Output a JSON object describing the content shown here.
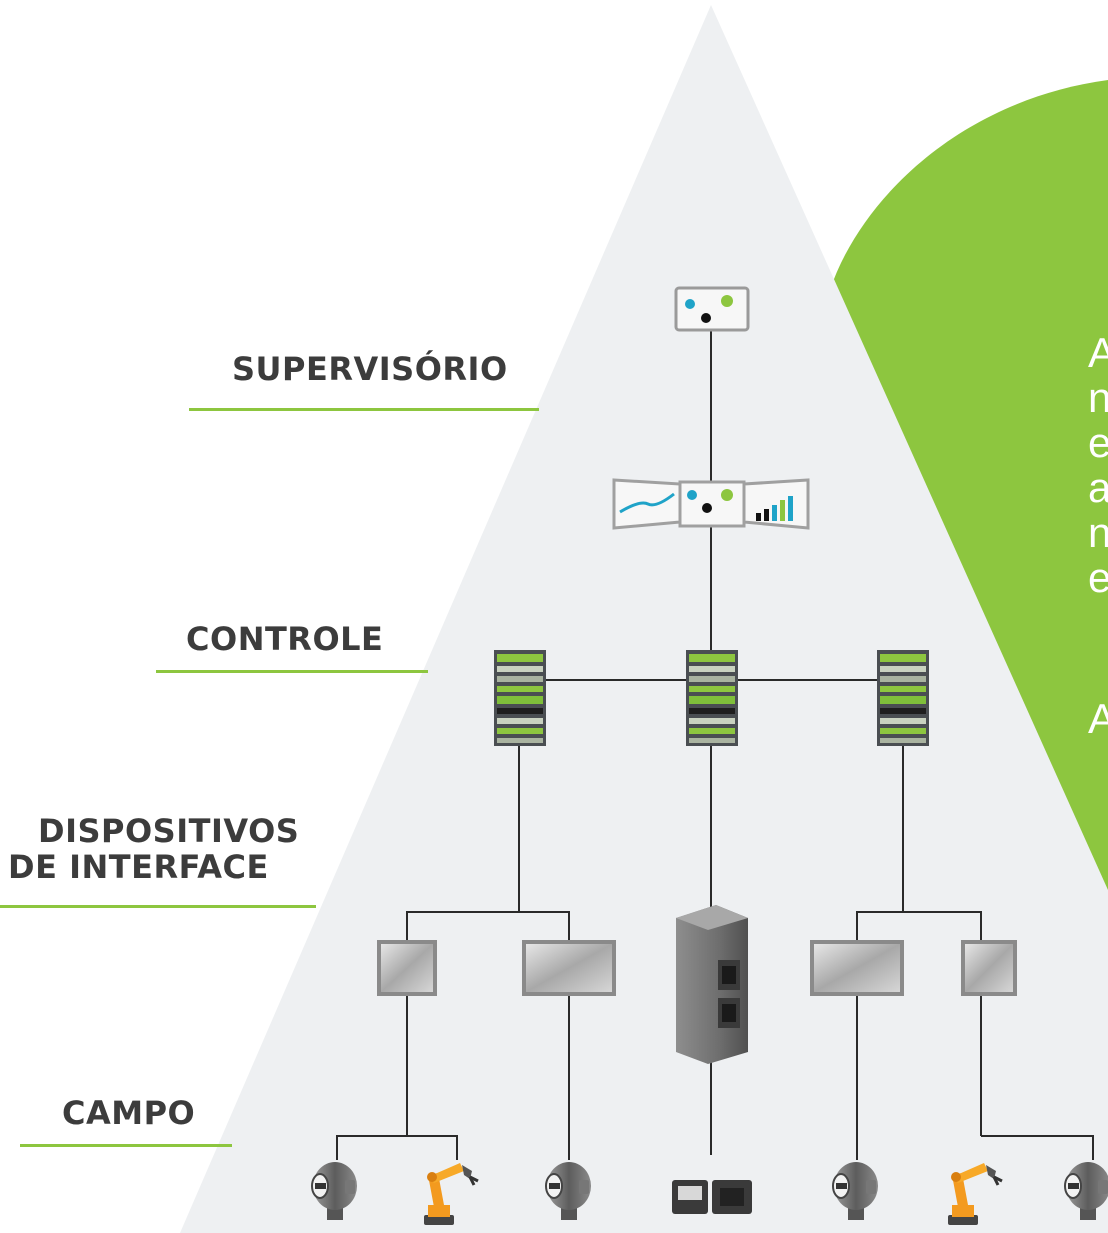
{
  "levels": {
    "supervisorio": "SUPERVISÓRIO",
    "controle": "CONTROLE",
    "dispositivos_line1": "DISPOSITIVOS",
    "dispositivos_line2": "DE INTERFACE",
    "campo": "CAMPO"
  },
  "blob_text": {
    "lines": [
      "A",
      "n",
      "e",
      "a",
      "n",
      "e"
    ],
    "line7": "A"
  },
  "colors": {
    "accent": "#8dc63f",
    "pyramid": "#eef0f2",
    "text": "#3c3c3c",
    "wire": "#2a2a2a",
    "robot": "#f39a1f"
  },
  "icons": {
    "supervisor_screen": "scada-screen-icon",
    "triple_screens": "hmi-triple-screen-icon",
    "plc": "plc-rack-icon",
    "panel": "hmi-panel-icon",
    "gateway": "din-rail-gateway-icon",
    "sensor": "sensor-transmitter-icon",
    "robot": "industrial-robot-arm-icon",
    "meter": "meter-module-icon"
  }
}
